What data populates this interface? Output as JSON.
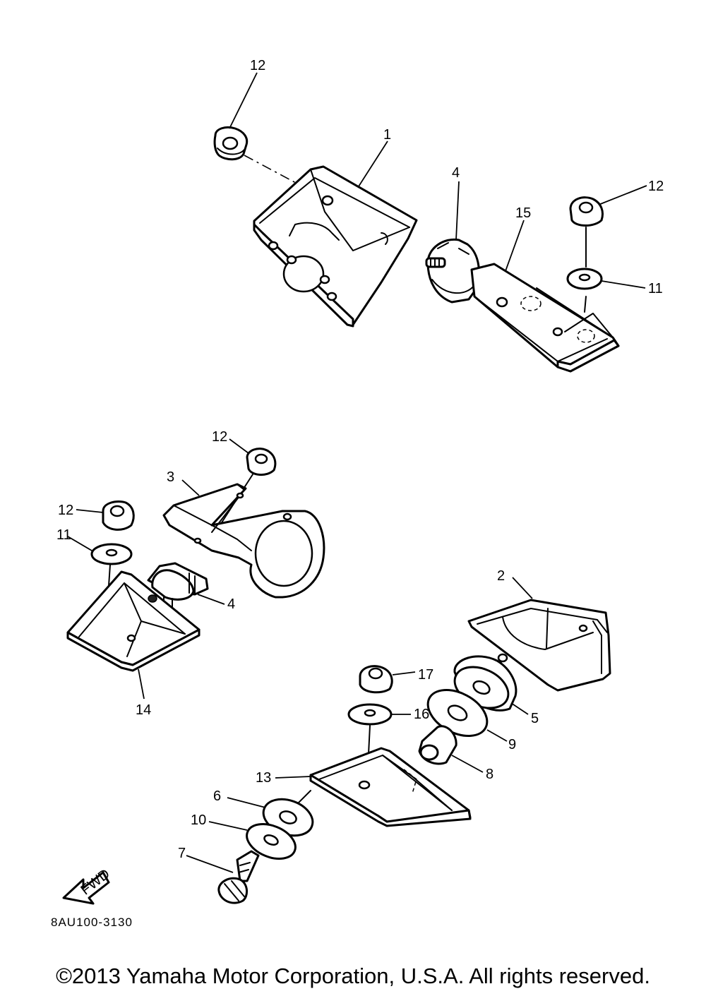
{
  "diagram": {
    "code": "8AU100-3130",
    "copyright": "©2013 Yamaha Motor Corporation, U.S.A. All rights reserved.",
    "fwd_label": "FWD",
    "callouts": [
      "1",
      "2",
      "3",
      "4",
      "4",
      "5",
      "6",
      "7",
      "8",
      "9",
      "10",
      "11",
      "11",
      "12",
      "12",
      "12",
      "12",
      "13",
      "14",
      "15",
      "16",
      "17"
    ]
  }
}
